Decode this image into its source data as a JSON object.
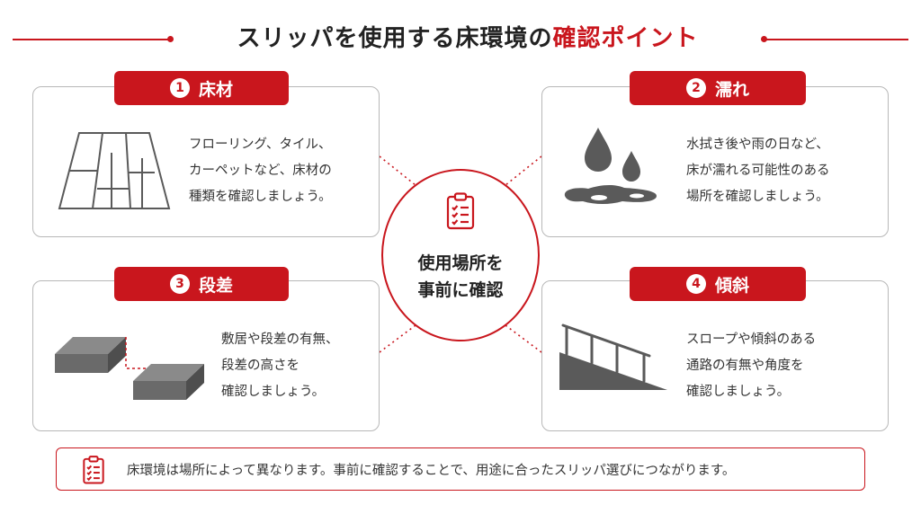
{
  "colors": {
    "accent": "#c9161d",
    "text": "#333333",
    "border": "#b8b8b8",
    "illustration": "#5a5a5a"
  },
  "title": {
    "main": "スリッパを使用する床環境の",
    "accent": "確認ポイント"
  },
  "center": {
    "icon": "clipboard-checklist-icon",
    "text": "使用場所を\n事前に確認"
  },
  "cards": [
    {
      "number": "1",
      "label": "床材",
      "icon": "flooring-icon",
      "text": "フローリング、タイル、\nカーペットなど、床材の\n種類を確認しましょう。"
    },
    {
      "number": "2",
      "label": "濡れ",
      "icon": "water-drops-icon",
      "text": "水拭き後や雨の日など、\n床が濡れる可能性のある\n場所を確認しましょう。"
    },
    {
      "number": "3",
      "label": "段差",
      "icon": "step-icon",
      "text": "敷居や段差の有無、\n段差の高さを\n確認しましょう。"
    },
    {
      "number": "4",
      "label": "傾斜",
      "icon": "slope-handrail-icon",
      "text": "スロープや傾斜のある\n通路の有無や角度を\n確認しましょう。"
    }
  ],
  "note": {
    "icon": "clipboard-checklist-icon",
    "text": "床環境は場所によって異なります。事前に確認することで、用途に合ったスリッパ選びにつながります。"
  }
}
